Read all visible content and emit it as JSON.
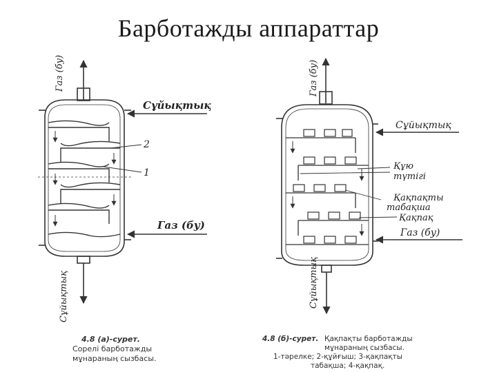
{
  "title": "Барботажды  аппараттар",
  "left": {
    "gas_top": "Газ (бу)",
    "liquid_in": "Сұйықтық",
    "callout_2": "2",
    "callout_1": "1",
    "gas_in": "Газ (бу)",
    "liquid_out": "Сұйықтық",
    "caption_line1_bold": "4.8 (а)-сурет.",
    "caption_line2": "Сорелі барботажды",
    "caption_line3": "мұнараның сызбасы."
  },
  "right": {
    "gas_top": "Газ (бу)",
    "liquid_in": "Сұйықтық",
    "downcomer_line1": "Құю",
    "downcomer_line2": "түтігі",
    "tray_line1": "Қақпақты",
    "tray_line2": "табақша",
    "cap_label": "Қақпақ",
    "gas_in": "Газ (бу)",
    "liquid_out": "Сұйықтық",
    "caption_line1_bold": "4.8 (б)-сурет.",
    "caption_line1_rest": "Қақпақты барботажды",
    "caption_line2": "мұнараның сызбасы.",
    "caption_line3": "1-тәрелке;   2-құйғыш;  3-қақпақты",
    "caption_line4": "табақша;  4-қақпақ."
  }
}
